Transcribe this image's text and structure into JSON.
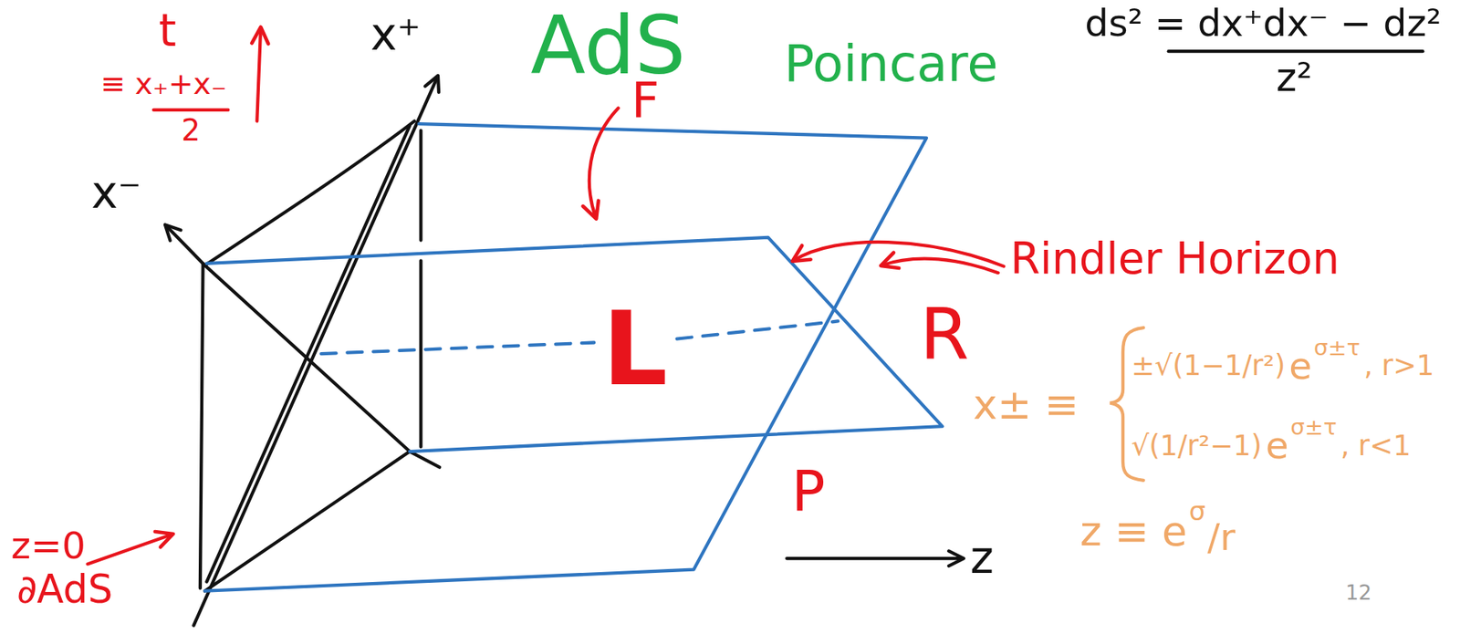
{
  "diagram": {
    "title": "AdS",
    "labels": [
      "Poincare",
      "ds² = dx⁺dx⁻ − dz²",
      "z²",
      "t",
      "≡ x₊+x₋",
      "2",
      "x⁺",
      "x⁻",
      "F",
      "Rindler Horizon",
      "L",
      "R",
      "P",
      "z",
      "z=0",
      "∂AdS",
      "x± ≡",
      "±√(1−1/r²)",
      "e",
      "σ±τ",
      ", r>1",
      "√(1/r²−1)",
      "e",
      "σ±τ",
      ", r<1",
      "z ≡ e",
      "σ",
      "/r",
      "12"
    ]
  }
}
